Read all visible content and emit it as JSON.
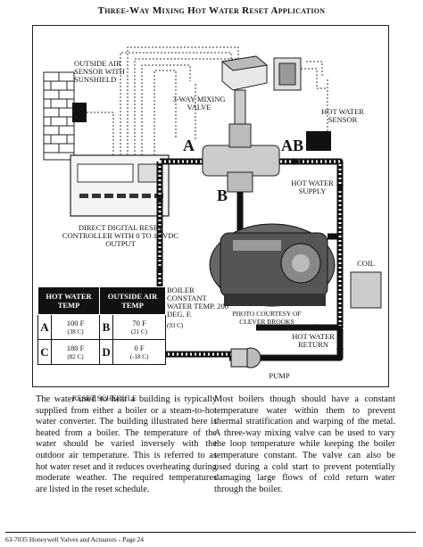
{
  "title": "Three-Way Mixing Hot Water Reset Application",
  "figure": {
    "labels": {
      "outside_air_sensor": "OUTSIDE AIR SENSOR with SUNSHIELD",
      "mixing_valve": "3-WAY MIXING VALVE",
      "hot_water_sensor": "HOT WATER SENSOR",
      "port_a": "A",
      "port_ab": "AB",
      "port_b": "B",
      "hot_water_supply": "HOT WATER SUPPLY",
      "controller": "DIRECT DIGITAL RESET CONTROLLER WITH 0 TO 10 VDC OUTPUT",
      "boiler": "BOILER CONSTANT WATER TEMP. 200 DEG. F.",
      "boiler_c": "(93 C)",
      "photo_credit": "PHOTO COURTESY OF CLEVER BROOKS",
      "coil": "COIL",
      "hot_water_return": "HOT WATER RETURN",
      "pump": "PUMP"
    },
    "reset_table": {
      "col1_header": "HOT WATER TEMP",
      "col2_header": "OUTSIDE AIR TEMP",
      "rows": [
        {
          "l1": "A",
          "v1": "100 F",
          "c1": "(38 C)",
          "l2": "B",
          "v2": "70 F",
          "c2": "(21 C)"
        },
        {
          "l1": "C",
          "v1": "180 F",
          "c1": "(82 C)",
          "l2": "D",
          "v2": "0 F",
          "c2": "(-18 C)"
        }
      ],
      "caption": "RESET SCHEDULE"
    }
  },
  "body": {
    "col1": "The water used to heat a building is typically supplied from either a boiler or a steam-to-hot water converter. The building illustrated here is heated from a boiler. The temperature of the water should be varied inversely with the outdoor air temperature. This is referred to as hot water reset and it reduces overheating during moderate weather. The required temperatures are listed in the reset schedule.",
    "col2": "Most boilers though should have a constant temperature water within them to prevent thermal stratification and warping of the metal. A three-way mixing valve can be used to vary the loop temperature while keeping the boiler temperature constant. The valve can also be used during a cold start to prevent potentially damaging large flows of cold return water through the boiler."
  },
  "footer": "63-7035 Honeywell Valves and Actuators - Page 24"
}
